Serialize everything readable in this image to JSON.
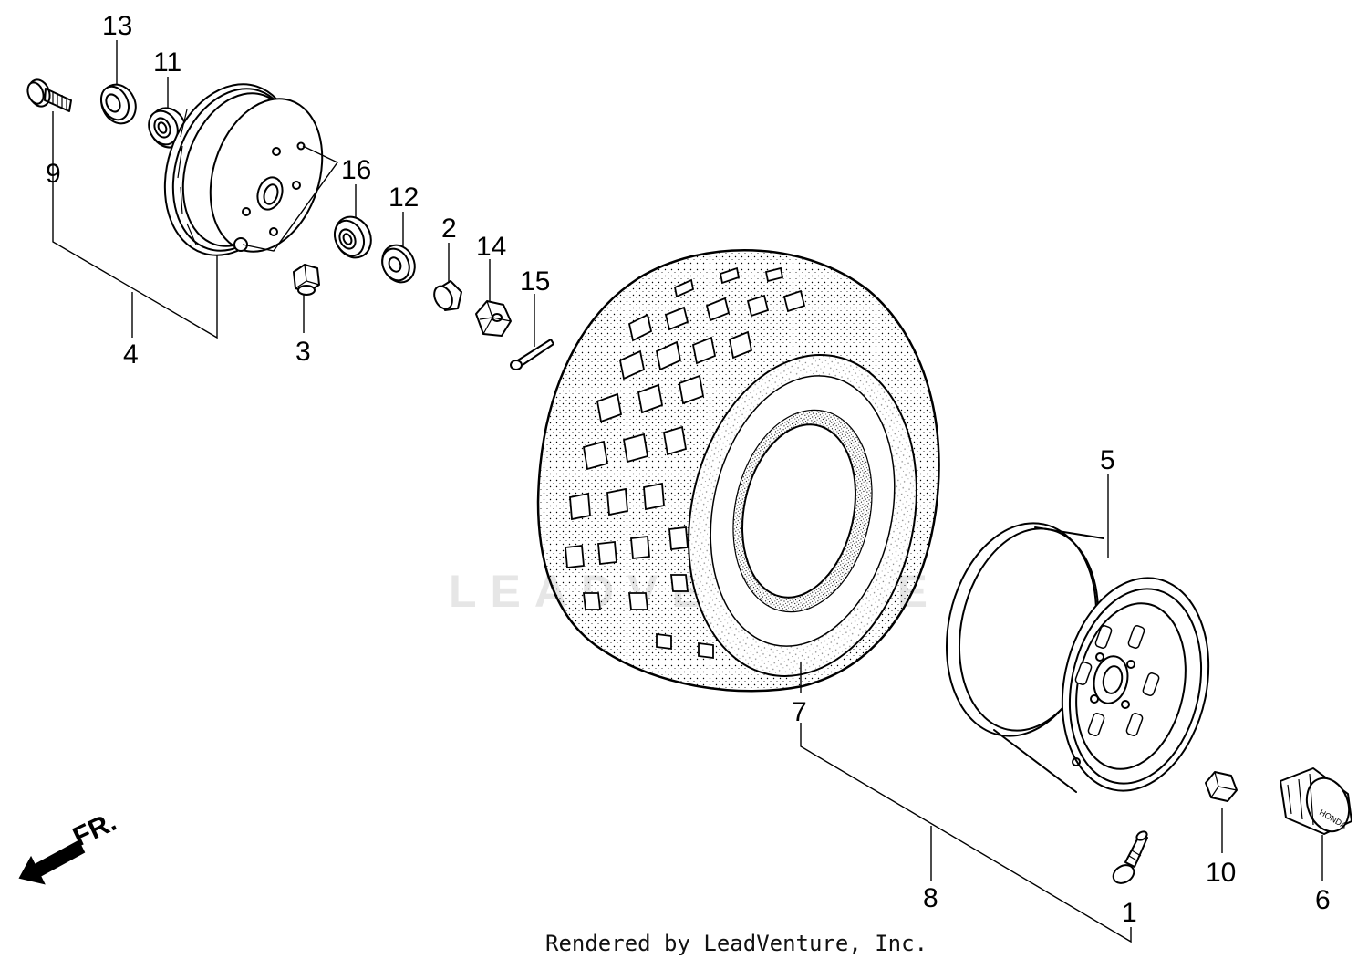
{
  "diagram": {
    "part_numbers": {
      "p1": "1",
      "p2": "2",
      "p3": "3",
      "p4": "4",
      "p5": "5",
      "p6": "6",
      "p7": "7",
      "p8": "8",
      "p9": "9",
      "p10": "10",
      "p11": "11",
      "p12": "12",
      "p13": "13",
      "p14": "14",
      "p15": "15",
      "p16": "16"
    },
    "front_indicator": "FR.",
    "watermark": "LEADVENTURE",
    "hub_cap_lettering": "HONDA",
    "credit": "Rendered by LeadVenture, Inc."
  }
}
